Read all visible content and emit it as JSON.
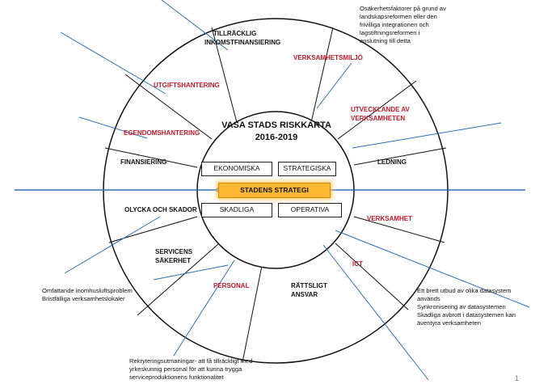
{
  "diagram": {
    "title_line1": "VASA STADS RISKKARTA",
    "title_line2": "2016-2019",
    "center_boxes": {
      "ekonomiska": "EKONOMISKA",
      "strategiska": "STRATEGISKA",
      "stadens_strategi": "STADENS STRATEGI",
      "skadliga": "SKADLIGA",
      "operativa": "OPERATIVA"
    },
    "sectors": {
      "tillrackligt_l1": "TILLRÄCKLIG",
      "tillrackligt_l2": "INKOMSTFINANSIERING",
      "verksamhetsmiljo": "VERKSAMHETSMILJÖ",
      "utgiftshantering": "UTGIFTSHANTERING",
      "utvecklande_l1": "UTVECKLANDE AV",
      "utvecklande_l2": "VERKSAMHETEN",
      "egendomshantering": "EGENDOMSHANTERING",
      "finansiering": "FINANSIERING",
      "ledning": "LEDNING",
      "olycka": "OLYCKA OCH SKADOR",
      "verksamhet": "VERKSAMHET",
      "servicens_l1": "SERVICENS",
      "servicens_l2": "SÄKERHET",
      "ict": "ICT",
      "personal": "PERSONAL",
      "rattsligt_l1": "RÄTTSLIGT",
      "rattsligt_l2": "ANSVAR"
    },
    "notes": {
      "top_right": [
        "Osäkerhetsfaktorer på grund av",
        "landskapsreformen eller den",
        "frivilliga integrationen och",
        "lagstiftningsreformen i",
        "anslutning till detta"
      ],
      "left": [
        "Omfattande inomhusluftsproblem",
        "Bristfälliga verksamhetslokaler"
      ],
      "right": [
        "Ett brett utbud av olika datasystem",
        "används",
        "Synkronisering av datasystemen",
        "Skadliga avbrott i datasystemen kan",
        "äventyra verksamheten"
      ],
      "bottom": [
        "Rekryteringsutmaningar- att få tillräckligt med",
        "yrkeskunnig personal för att kunna trygga",
        "serviceproduktionens funktionalitet"
      ]
    },
    "page_number": "1",
    "colors": {
      "line": "#2e6fb8",
      "red_label": "#c0192a",
      "strategy_fill": "#ffb833"
    }
  }
}
